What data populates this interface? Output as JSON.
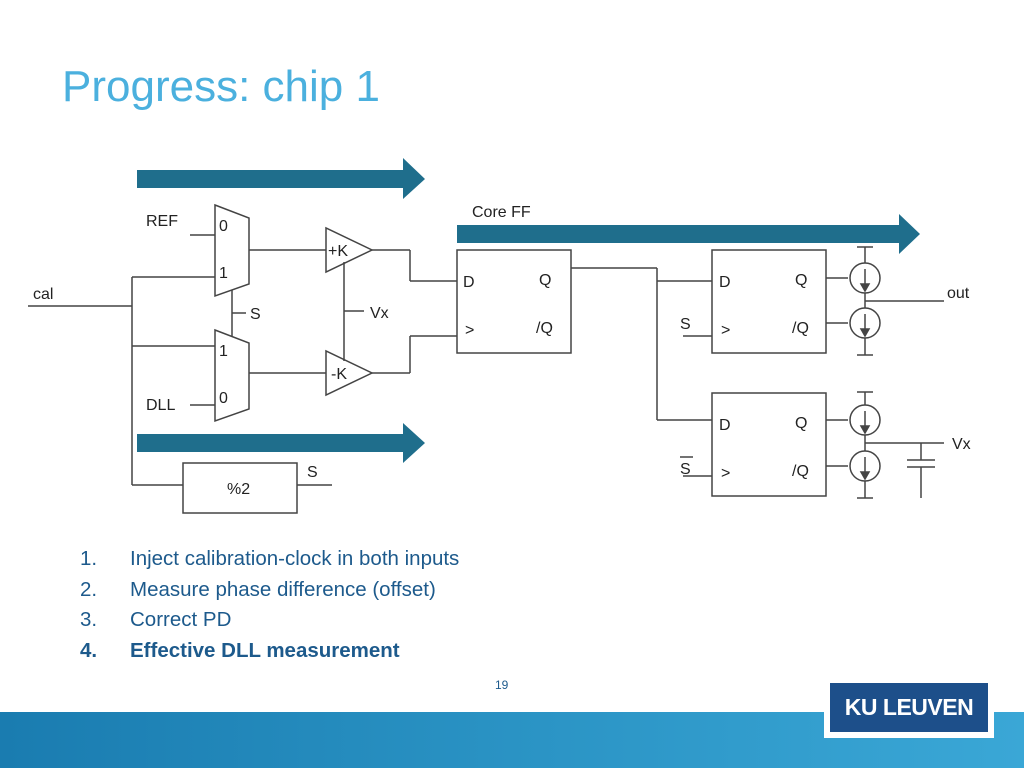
{
  "title": "Progress: chip 1",
  "diagram": {
    "signals": {
      "ref": "REF",
      "dll": "DLL",
      "cal": "cal",
      "s": "S",
      "vx": "Vx",
      "out": "out",
      "core_ff": "Core FF"
    },
    "mux_top": {
      "in0": "0",
      "in1": "1"
    },
    "mux_bottom": {
      "in1": "1",
      "in0": "0"
    },
    "amp_pos": "+K",
    "amp_neg": "-K",
    "divider": "%2",
    "flipflop": {
      "d": "D",
      "q": "Q",
      "clk": ">",
      "qbar": "/Q"
    },
    "arrow_color": "#1f6e8c"
  },
  "steps": [
    {
      "num": "1.",
      "text": "Inject calibration-clock in both inputs"
    },
    {
      "num": "2.",
      "text": "Measure phase difference (offset)"
    },
    {
      "num": "3.",
      "text": "Correct PD"
    },
    {
      "num": "4.",
      "text": "Effective DLL measurement",
      "bold": true
    }
  ],
  "page_number": "19",
  "logo": "KU LEUVEN"
}
